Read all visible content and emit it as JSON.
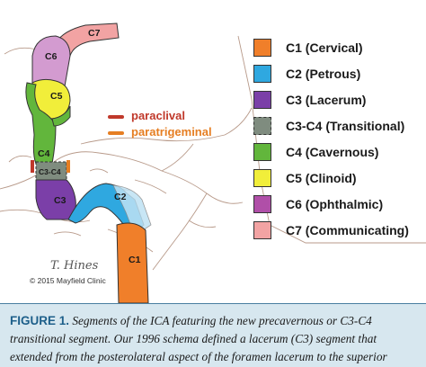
{
  "segment_labels": {
    "c1": "C1",
    "c2": "C2",
    "c3": "C3",
    "c3c4": "C3-C4",
    "c4": "C4",
    "c5": "C5",
    "c6": "C6",
    "c7": "C7"
  },
  "key": {
    "paraclival": {
      "label": "paraclival",
      "color": "#c0392b"
    },
    "paratrigeminal": {
      "label": "paratrigeminal",
      "color": "#e67e22"
    }
  },
  "legend": [
    {
      "label": "C1 (Cervical)",
      "color": "#f07f2a",
      "pattern": "solid"
    },
    {
      "label": "C2 (Petrous)",
      "color": "#2fa8e0",
      "pattern": "solid"
    },
    {
      "label": "C3 (Lacerum)",
      "color": "#7b3fa8",
      "pattern": "solid"
    },
    {
      "label": "C3-C4 (Transitional)",
      "color": "#7f8c7f",
      "pattern": "dashed"
    },
    {
      "label": "C4 (Cavernous)",
      "color": "#62b63c",
      "pattern": "solid"
    },
    {
      "label": "C5 (Clinoid)",
      "color": "#f1ee3a",
      "pattern": "solid"
    },
    {
      "label": "C6 (Ophthalmic)",
      "color": "#b04fa8",
      "pattern": "solid"
    },
    {
      "label": "C7 (Communicating)",
      "color": "#f2a3a3",
      "pattern": "solid"
    }
  ],
  "signature": "T. Hines",
  "copyright": "© 2015 Mayfield Clinic",
  "caption": {
    "head": "FIGURE 1.",
    "body": "Segments of the ICA featuring the new precavernous or C3-C4 transitional segment. Our 1996 schema defined a lacerum (C3) segment that extended from the posterolateral aspect of the foramen lacerum to the superior"
  }
}
